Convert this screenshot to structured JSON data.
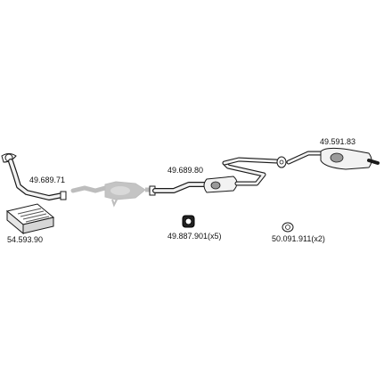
{
  "parts": {
    "front_pipe": {
      "number": "49.689.71"
    },
    "mounting_kit": {
      "number": "54.593.90"
    },
    "centre_section": {
      "number": "49.689.80"
    },
    "rear_section": {
      "number": "49.591.83"
    },
    "rubber_mount": {
      "number": "49.887.901(x5)"
    },
    "gasket": {
      "number": "50.091.911(x2)"
    }
  },
  "colors": {
    "line": "#1a1a1a",
    "part_fill": "#f2f2f2",
    "shading": "#9a9a9a",
    "greyed_catalyst": "#bdbdbd"
  },
  "icons": [
    "exhaust-pipe-icon",
    "kit-box-icon",
    "catalyst-icon",
    "muffler-icon",
    "rubber-mount-icon",
    "gasket-icon"
  ]
}
